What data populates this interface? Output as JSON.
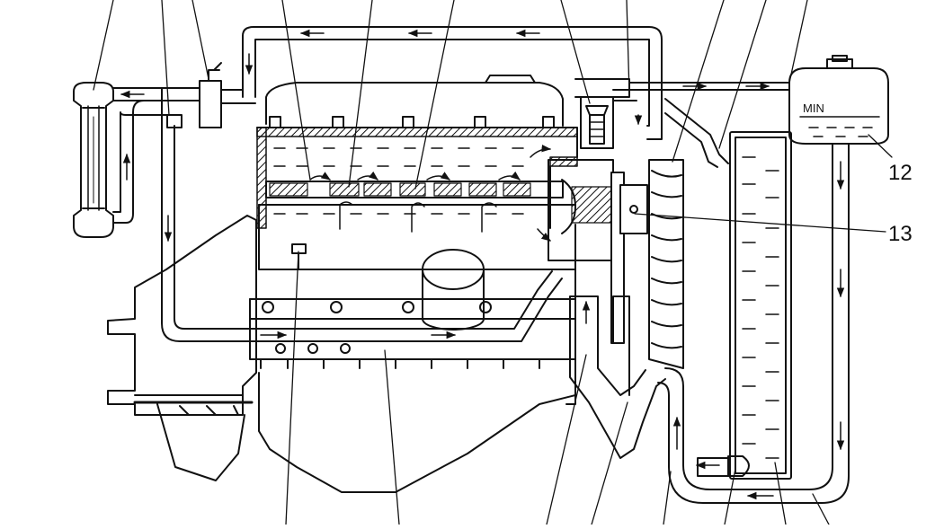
{
  "diagram": {
    "labels": {
      "reservoir_min": "MIN",
      "callout_12": "12",
      "callout_13": "13"
    }
  }
}
